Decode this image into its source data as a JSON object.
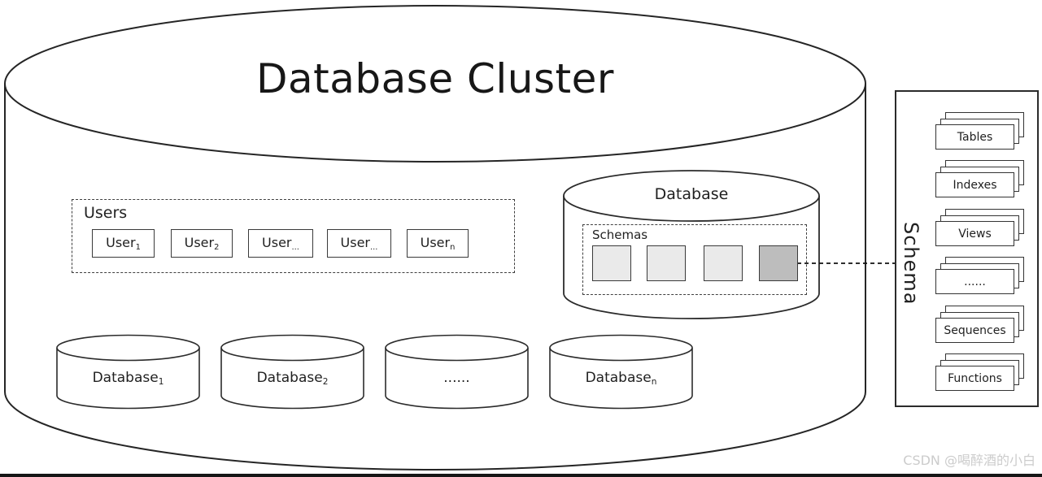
{
  "title": "Database Cluster",
  "users": {
    "label": "Users",
    "items": [
      {
        "name": "User",
        "sub": "1"
      },
      {
        "name": "User",
        "sub": "2"
      },
      {
        "name": "User",
        "sub": "..."
      },
      {
        "name": "User",
        "sub": "..."
      },
      {
        "name": "User",
        "sub": "n"
      }
    ]
  },
  "database": {
    "label": "Database",
    "schemas_label": "Schemas",
    "schema_squares": [
      "light",
      "light",
      "light",
      "dark"
    ]
  },
  "schema_panel": {
    "label": "Schema",
    "cards": [
      "Tables",
      "Indexes",
      "Views",
      "......",
      "Sequences",
      "Functions"
    ]
  },
  "bottom_databases": [
    {
      "name": "Database",
      "sub": "1"
    },
    {
      "name": "Database",
      "sub": "2"
    },
    {
      "name": "......",
      "sub": ""
    },
    {
      "name": "Database",
      "sub": "n"
    }
  ],
  "watermark": "CSDN @喝醉酒的小白",
  "colors": {
    "stroke": "#2b2b2b",
    "square_light": "#eaeaea",
    "square_dark": "#bdbdbd",
    "watermark": "#cccccc",
    "bottom_bar": "#161616"
  }
}
